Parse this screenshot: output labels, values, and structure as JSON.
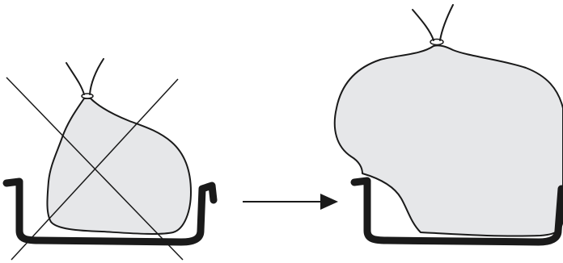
{
  "diagram": {
    "panels": [
      {
        "id": "incorrect",
        "fill": "#e6e7e9",
        "marked_wrong": true
      },
      {
        "id": "correct",
        "fill": "#e6e7e9",
        "marked_wrong": false
      }
    ],
    "colors": {
      "stroke": "#1a1a1a",
      "bag_fill": "#e6e7e9",
      "background": "#ffffff"
    },
    "icons": [
      "bag-in-bin",
      "cross-mark",
      "arrow-right"
    ]
  }
}
